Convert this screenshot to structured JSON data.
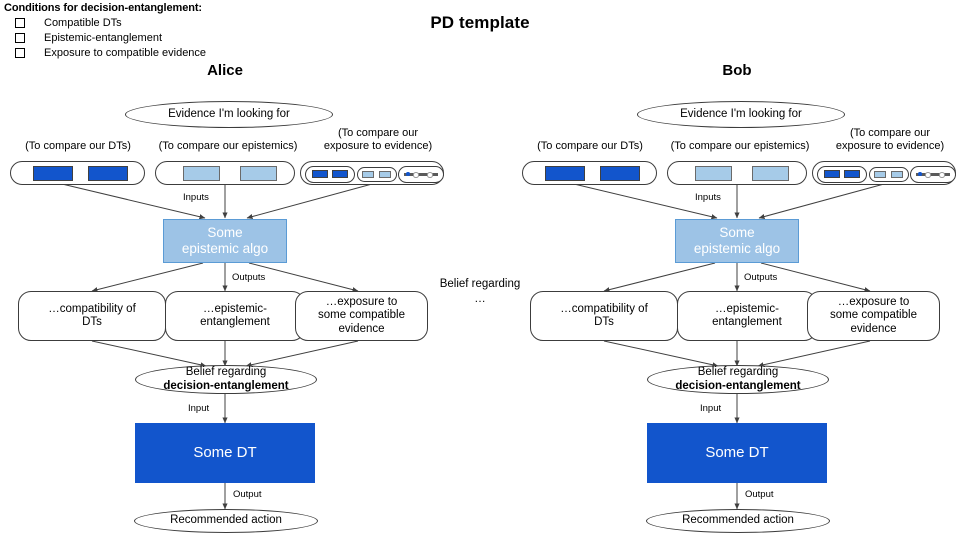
{
  "page": {
    "title": "PD template",
    "background": "#ffffff"
  },
  "legend": {
    "title": "Conditions for decision-entanglement:",
    "bullet_icon": "box-glyph",
    "items": [
      {
        "label": "Compatible DTs"
      },
      {
        "label": "Epistemic-entanglement"
      },
      {
        "label": "Exposure to compatible evidence"
      }
    ]
  },
  "colors": {
    "dark_blue": "#1255cc",
    "light_blue_bar": "#a6cbe8",
    "algo_fill": "#9dc3e6",
    "algo_border": "#5b9bd5",
    "stroke": "#3c3c3c",
    "gray_bar": "#5a5a5a"
  },
  "middle": {
    "line1": "Belief regarding",
    "line2": "…"
  },
  "columns": [
    {
      "id": "alice",
      "name": "Alice",
      "evidence_node": "Evidence I'm looking for",
      "input_groups": [
        {
          "id": "dts",
          "caption": "(To compare our DTs)",
          "style": "two-dark-bars"
        },
        {
          "id": "epistemics",
          "caption": "(To compare our epistemics)",
          "style": "two-light-bars"
        },
        {
          "id": "exposure",
          "caption_line1": "(To compare our",
          "caption_line2": "exposure to evidence)",
          "style": "triple-sub-capsules"
        }
      ],
      "inputs_label": "Inputs",
      "algo_box": {
        "line1": "Some",
        "line2": "epistemic algo"
      },
      "outputs_label": "Outputs",
      "outputs": [
        {
          "line1": "…compatibility of",
          "line2": "DTs"
        },
        {
          "line1": "…epistemic-",
          "line2": "entanglement"
        },
        {
          "line1": "…exposure  to",
          "line2": "some compatible",
          "line3": "evidence"
        }
      ],
      "belief_node": {
        "line1": "Belief regarding",
        "line2": "decision-entanglement"
      },
      "input_label": "Input",
      "dt_box": "Some DT",
      "output_label": "Output",
      "action_node": "Recommended action"
    },
    {
      "id": "bob",
      "name": "Bob",
      "evidence_node": "Evidence I'm looking for",
      "input_groups": [
        {
          "id": "dts",
          "caption": "(To compare our DTs)",
          "style": "two-dark-bars"
        },
        {
          "id": "epistemics",
          "caption": "(To compare our epistemics)",
          "style": "two-light-bars"
        },
        {
          "id": "exposure",
          "caption_line1": "(To compare our",
          "caption_line2": "exposure to evidence)",
          "style": "triple-sub-capsules"
        }
      ],
      "inputs_label": "Inputs",
      "algo_box": {
        "line1": "Some",
        "line2": "epistemic algo"
      },
      "outputs_label": "Outputs",
      "outputs": [
        {
          "line1": "…compatibility of",
          "line2": "DTs"
        },
        {
          "line1": "…epistemic-",
          "line2": "entanglement"
        },
        {
          "line1": "…exposure  to",
          "line2": "some compatible",
          "line3": "evidence"
        }
      ],
      "belief_node": {
        "line1": "Belief regarding",
        "line2": "decision-entanglement"
      },
      "input_label": "Input",
      "dt_box": "Some DT",
      "output_label": "Output",
      "action_node": "Recommended action"
    }
  ]
}
